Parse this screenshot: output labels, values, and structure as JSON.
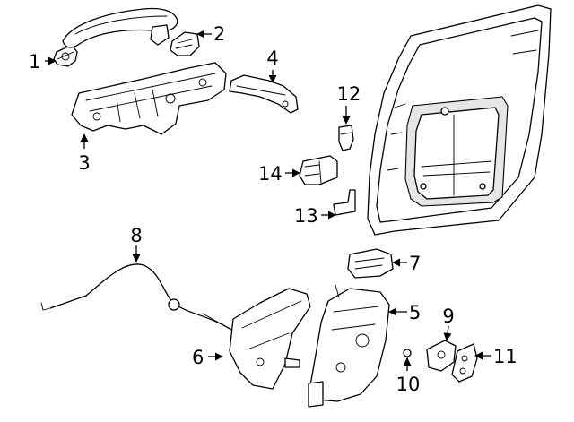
{
  "callouts": [
    {
      "id": "1",
      "label": "1"
    },
    {
      "id": "2",
      "label": "2"
    },
    {
      "id": "3",
      "label": "3"
    },
    {
      "id": "4",
      "label": "4"
    },
    {
      "id": "5",
      "label": "5"
    },
    {
      "id": "6",
      "label": "6"
    },
    {
      "id": "7",
      "label": "7"
    },
    {
      "id": "8",
      "label": "8"
    },
    {
      "id": "9",
      "label": "9"
    },
    {
      "id": "10",
      "label": "10"
    },
    {
      "id": "11",
      "label": "11"
    },
    {
      "id": "12",
      "label": "12"
    },
    {
      "id": "13",
      "label": "13"
    },
    {
      "id": "14",
      "label": "14"
    }
  ],
  "colors": {
    "line": "#000000",
    "background": "#ffffff",
    "shade": "#e6e6e6"
  }
}
